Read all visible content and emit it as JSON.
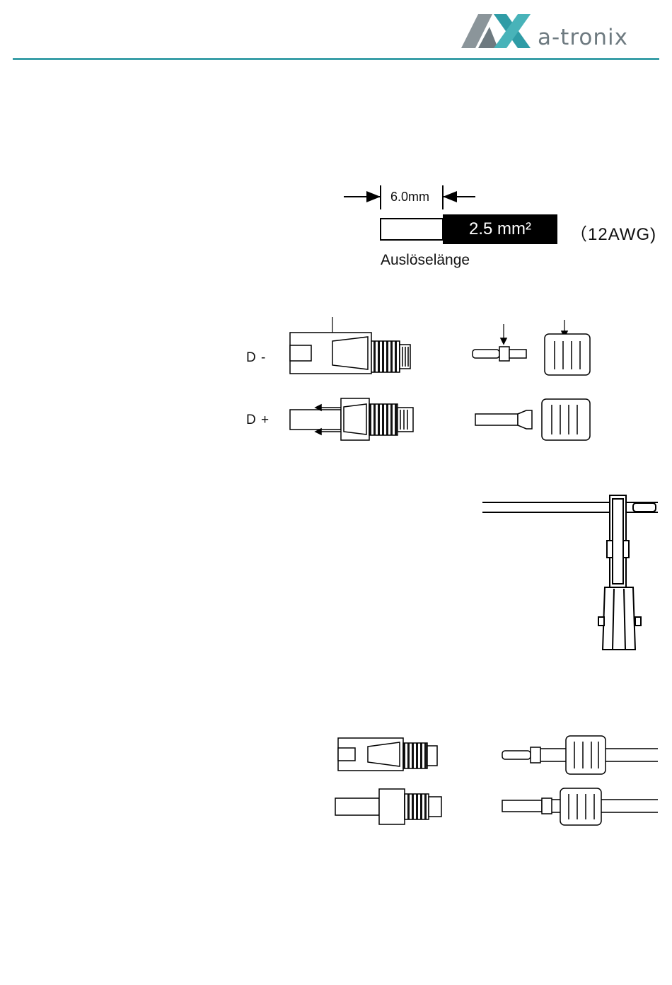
{
  "header": {
    "brand": "a-tronix",
    "brand_color": "#6e7a80",
    "accent_color": "#3a9fa8"
  },
  "cable_diagram": {
    "strip_length": "6.0mm",
    "cross_section": "2.5 mm²",
    "gauge": "（12AWG)",
    "strip_label": "Auslöselänge"
  },
  "connectors": {
    "minus_label": "D -",
    "plus_label": "D +"
  }
}
